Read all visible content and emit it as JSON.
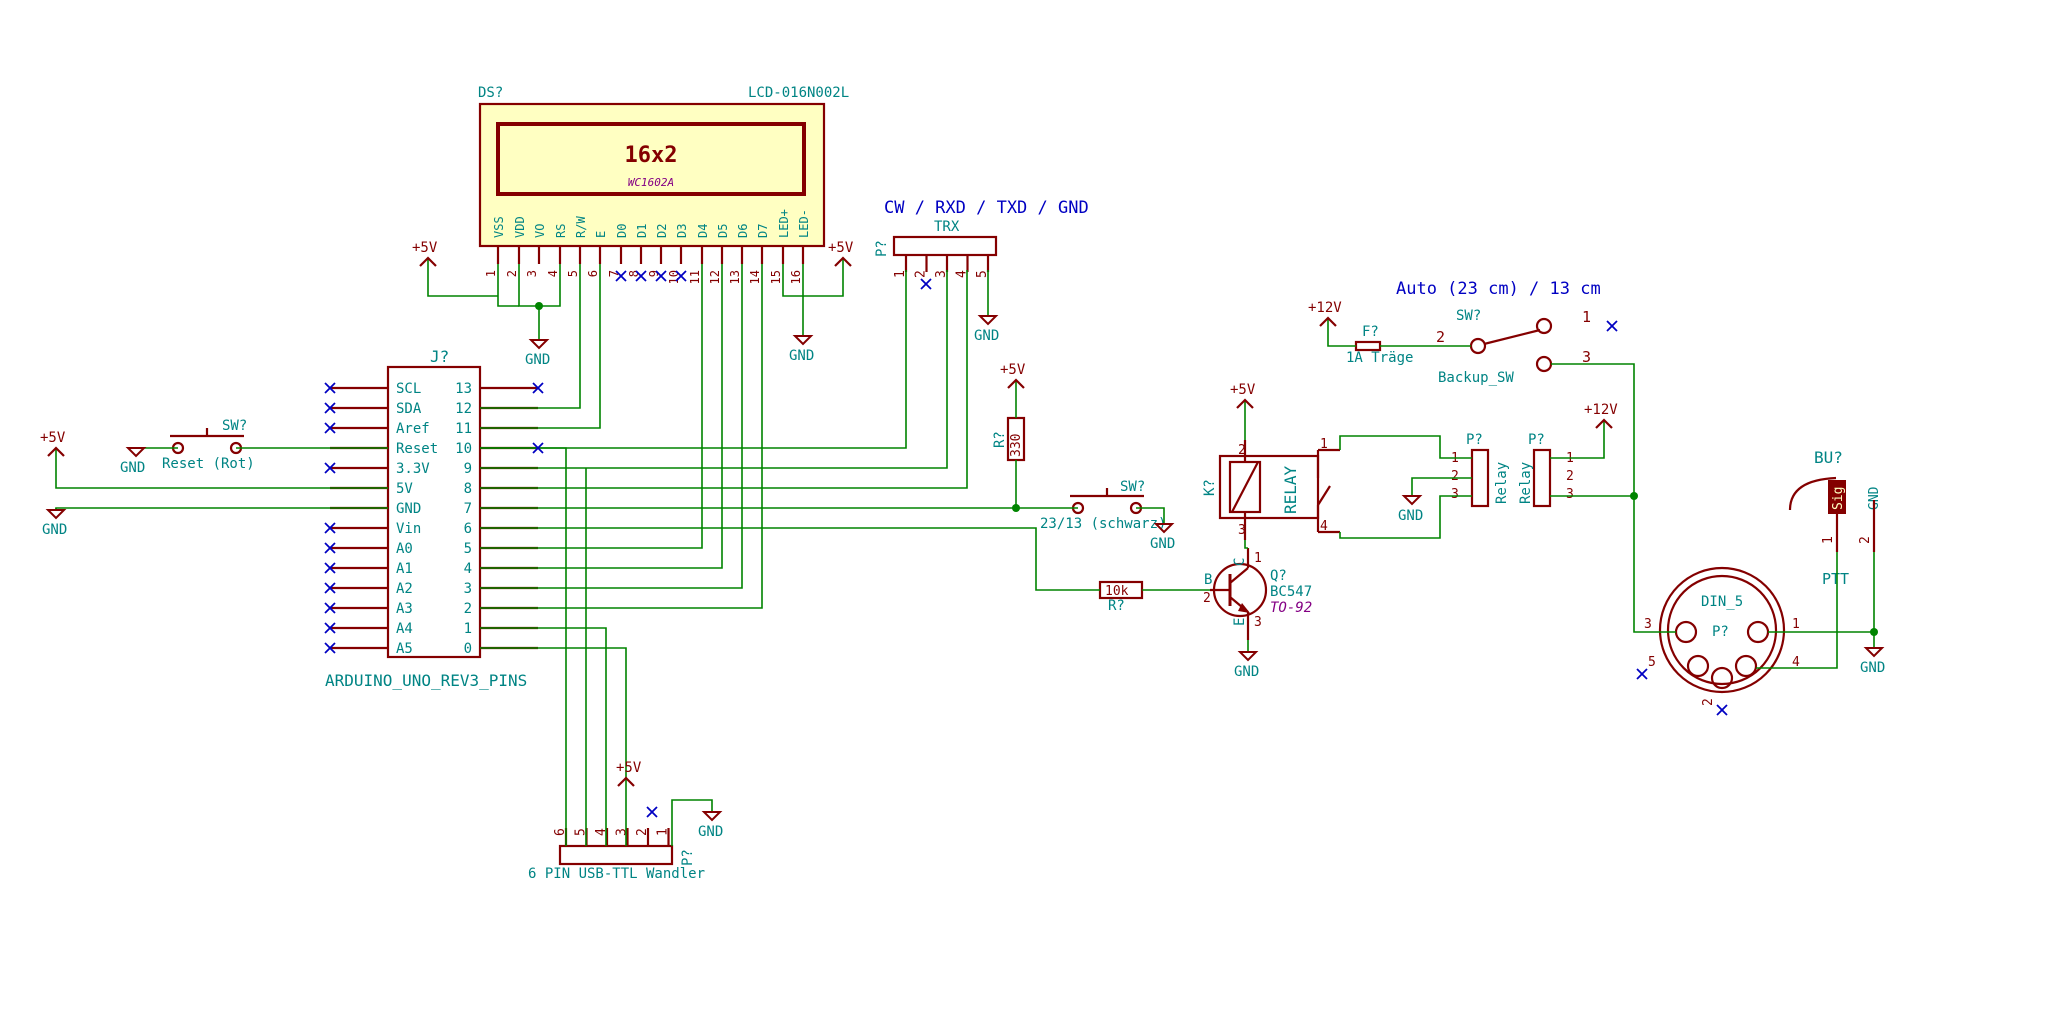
{
  "lcd": {
    "ref": "DS?",
    "part": "LCD-016N002L",
    "display": "16x2",
    "model": "WC1602A",
    "pins": [
      {
        "name": "VSS",
        "num": "1"
      },
      {
        "name": "VDD",
        "num": "2"
      },
      {
        "name": "VO",
        "num": "3"
      },
      {
        "name": "RS",
        "num": "4"
      },
      {
        "name": "R/W",
        "num": "5"
      },
      {
        "name": "E",
        "num": "6"
      },
      {
        "name": "D0",
        "num": "7"
      },
      {
        "name": "D1",
        "num": "8"
      },
      {
        "name": "D2",
        "num": "9"
      },
      {
        "name": "D3",
        "num": "10"
      },
      {
        "name": "D4",
        "num": "11"
      },
      {
        "name": "D5",
        "num": "12"
      },
      {
        "name": "D6",
        "num": "13"
      },
      {
        "name": "D7",
        "num": "14"
      },
      {
        "name": "LED+",
        "num": "15"
      },
      {
        "name": "LED-",
        "num": "16"
      }
    ]
  },
  "arduino": {
    "ref": "J?",
    "name": "ARDUINO_UNO_REV3_PINS",
    "left_pins": [
      "SCL",
      "SDA",
      "Aref",
      "Reset",
      "3.3V",
      "5V",
      "GND",
      "Vin",
      "A0",
      "A1",
      "A2",
      "A3",
      "A4",
      "A5"
    ],
    "right_pins": [
      "13",
      "12",
      "11",
      "10",
      "9",
      "8",
      "7",
      "6",
      "5",
      "4",
      "3",
      "2",
      "1",
      "0"
    ]
  },
  "trx": {
    "ref": "P?",
    "name": "TRX",
    "title": "CW / RXD / TXD / GND",
    "pins": [
      "1",
      "2",
      "3",
      "4",
      "5"
    ]
  },
  "usb": {
    "ref": "P?",
    "name": "6 PIN USB-TTL Wandler",
    "pins": [
      "6",
      "5",
      "4",
      "3",
      "2",
      "1"
    ]
  },
  "switches": {
    "reset": {
      "ref": "SW?",
      "label": "Reset (Rot)"
    },
    "band": {
      "ref": "SW?",
      "label": "23/13 (schwarz)"
    },
    "backup": {
      "ref": "SW?",
      "label": "Backup_SW",
      "title": "Auto (23 cm) / 13 cm",
      "pins": [
        "1",
        "2",
        "3"
      ]
    }
  },
  "fuse": {
    "ref": "F?",
    "value": "1A Träge"
  },
  "resistors": {
    "r2": {
      "ref": "R?",
      "value": "330"
    },
    "rb": {
      "ref": "R?",
      "value": "10k"
    }
  },
  "transistor": {
    "ref": "Q?",
    "part": "BC547",
    "package": "TO-92",
    "pins": {
      "b": "B",
      "c": "C",
      "e": "E",
      "n1": "1",
      "n2": "2",
      "n3": "3"
    }
  },
  "relay": {
    "ref": "K?",
    "name": "RELAY",
    "pins": [
      "1",
      "2",
      "3",
      "4"
    ]
  },
  "relay_conn1": {
    "ref": "P?",
    "name": "Relay",
    "pins": [
      "1",
      "2",
      "3"
    ]
  },
  "relay_conn2": {
    "ref": "P?",
    "name": "Relay",
    "pins": [
      "1",
      "2",
      "3"
    ]
  },
  "din": {
    "ref": "P?",
    "name": "DIN_5",
    "pins": [
      "1",
      "2",
      "3",
      "4",
      "5"
    ]
  },
  "bu": {
    "ref": "BU?",
    "sig": "Sig",
    "gnd": "GND",
    "ptt": "PTT",
    "pins": [
      "1",
      "2"
    ]
  },
  "power": {
    "p5v": "+5V",
    "p12v": "+12V",
    "gnd": "GND"
  },
  "colors": {
    "component": "#840000",
    "wire": "#008400",
    "label": "#008484",
    "noconnect": "#0000c2",
    "fill": "#ffffc2"
  }
}
